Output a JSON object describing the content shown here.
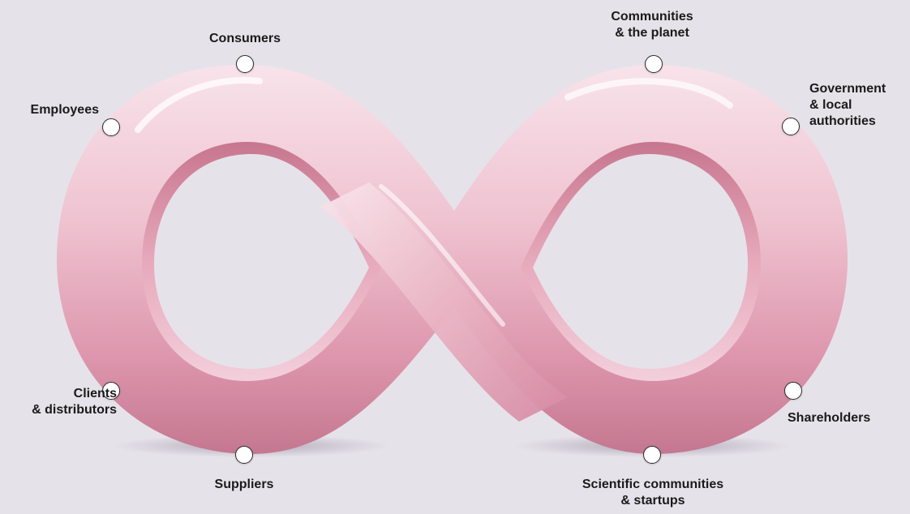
{
  "diagram": {
    "stakeholders": [
      {
        "id": "consumers",
        "lines": [
          "Consumers"
        ]
      },
      {
        "id": "communities",
        "lines": [
          "Communities",
          "& the planet"
        ]
      },
      {
        "id": "employees",
        "lines": [
          "Employees"
        ]
      },
      {
        "id": "government",
        "lines": [
          "Government",
          "& local",
          "authorities"
        ]
      },
      {
        "id": "clients",
        "lines": [
          "Clients",
          "& distributors"
        ]
      },
      {
        "id": "shareholders",
        "lines": [
          "Shareholders"
        ]
      },
      {
        "id": "suppliers",
        "lines": [
          "Suppliers"
        ]
      },
      {
        "id": "scientific",
        "lines": [
          "Scientific communities",
          "& startups"
        ]
      }
    ],
    "colors": {
      "background": "#e6e2ea",
      "loop_light": "#f6dfe6",
      "loop_mid": "#e8aabd",
      "loop_dark": "#c97a95",
      "node_fill": "#ffffff",
      "node_stroke": "#2a2a2a",
      "text": "#1a1a1a"
    },
    "shape": "infinity-loop"
  }
}
